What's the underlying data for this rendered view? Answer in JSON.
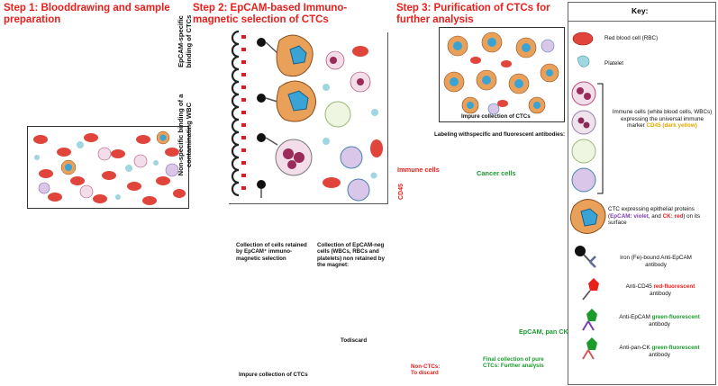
{
  "step1": {
    "title": "Step 1: Blooddrawing and sample preparation"
  },
  "step2": {
    "title": "Step 2: EpCAM-based Immuno-magnetic selection of CTCs",
    "label_specific": "EpCAM-specific binding of CTCs",
    "label_nonspecific": "Non-specific binding of a contaminating WBC",
    "collection_retained": "Collection of cells retained by EpCAM⁺ immuno-magnetic selection",
    "collection_neg": "Collection of EpCAM-neg cells (WBCs, RBCs and platelets) non retained by the magnet:",
    "impure_label": "Impure collection of CTCs",
    "discard_label": "Todiscard"
  },
  "step3": {
    "title": "Step 3: Purification of CTCs for further analysis",
    "impure_label": "Impure collection of CTCs",
    "labeling_text": "Labeling withspecific and fluorescent antibodies:",
    "immune_cells": "Immune cells",
    "cancer_cells": "Cancer cells",
    "y_axis": "CD45",
    "x_axis": "EpCAM, pan CK",
    "non_ctcs": "Non-CTCs: To discard",
    "final_collection": "Final collection of pure CTCs: Further analysis"
  },
  "key": {
    "title": "Key:",
    "rbc": "Red blood cell (RBC)",
    "platelet": "Platelet",
    "immune_1": "Immune cells (white blood cells, WBCs) expressing the universal immune marker",
    "immune_2": "CD45 (dark yellow)",
    "ctc_1": "CTC expressing epithelial proteins (",
    "ctc_epcam": "EpCAM: violet",
    "ctc_2": ", and ",
    "ctc_ck": "CK: red",
    "ctc_3": ") on its surface",
    "iron_ab": "Iron (Fe)-bound Anti-EpCAM antibody",
    "cd45_pre": "Anti-CD45 ",
    "cd45_red": "red-fluorescent",
    "cd45_post": "antibody",
    "epcam_pre": "Anti-EpCAM ",
    "epcam_green": "green-fluorescent",
    "epcam_post": "antibody",
    "panck_pre": "Anti-pan-CK ",
    "panck_green": "green-fluorescent",
    "panck_post": "antibody"
  },
  "colors": {
    "step_title": "#e8201c",
    "rbc": "#e0443a",
    "ctc": "#e9a15a",
    "nucleus": "#3aa3d6",
    "green": "#1a9b2c",
    "red": "#e8201c",
    "violet": "#7a3fb0"
  }
}
